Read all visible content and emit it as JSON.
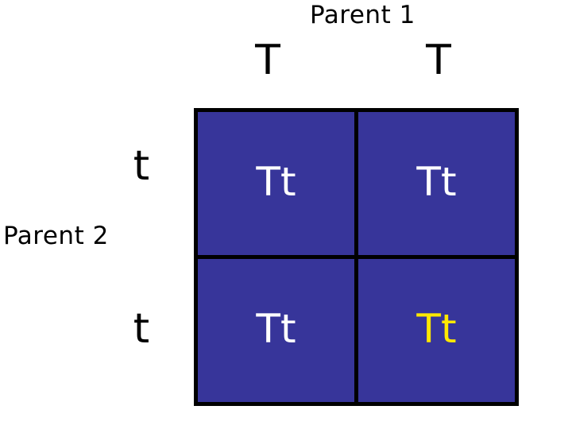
{
  "diagram": {
    "type": "punnett-square",
    "parent1": {
      "label": "Parent 1",
      "alleles": [
        "T",
        "T"
      ]
    },
    "parent2": {
      "label": "Parent 2",
      "alleles": [
        "t",
        "t"
      ]
    },
    "cells": [
      {
        "genotype": "Tt",
        "text_color": "#FFFFFF",
        "highlighted": false
      },
      {
        "genotype": "Tt",
        "text_color": "#FFFFFF",
        "highlighted": false
      },
      {
        "genotype": "Tt",
        "text_color": "#FFFFFF",
        "highlighted": false
      },
      {
        "genotype": "Tt",
        "text_color": "#FFE800",
        "highlighted": true
      }
    ],
    "colors": {
      "cell_fill": "#37359A",
      "grid_line": "#000000",
      "background": "#FFFFFF",
      "text_default": "#FFFFFF",
      "text_highlight": "#FFE800",
      "label_text": "#000000"
    }
  }
}
